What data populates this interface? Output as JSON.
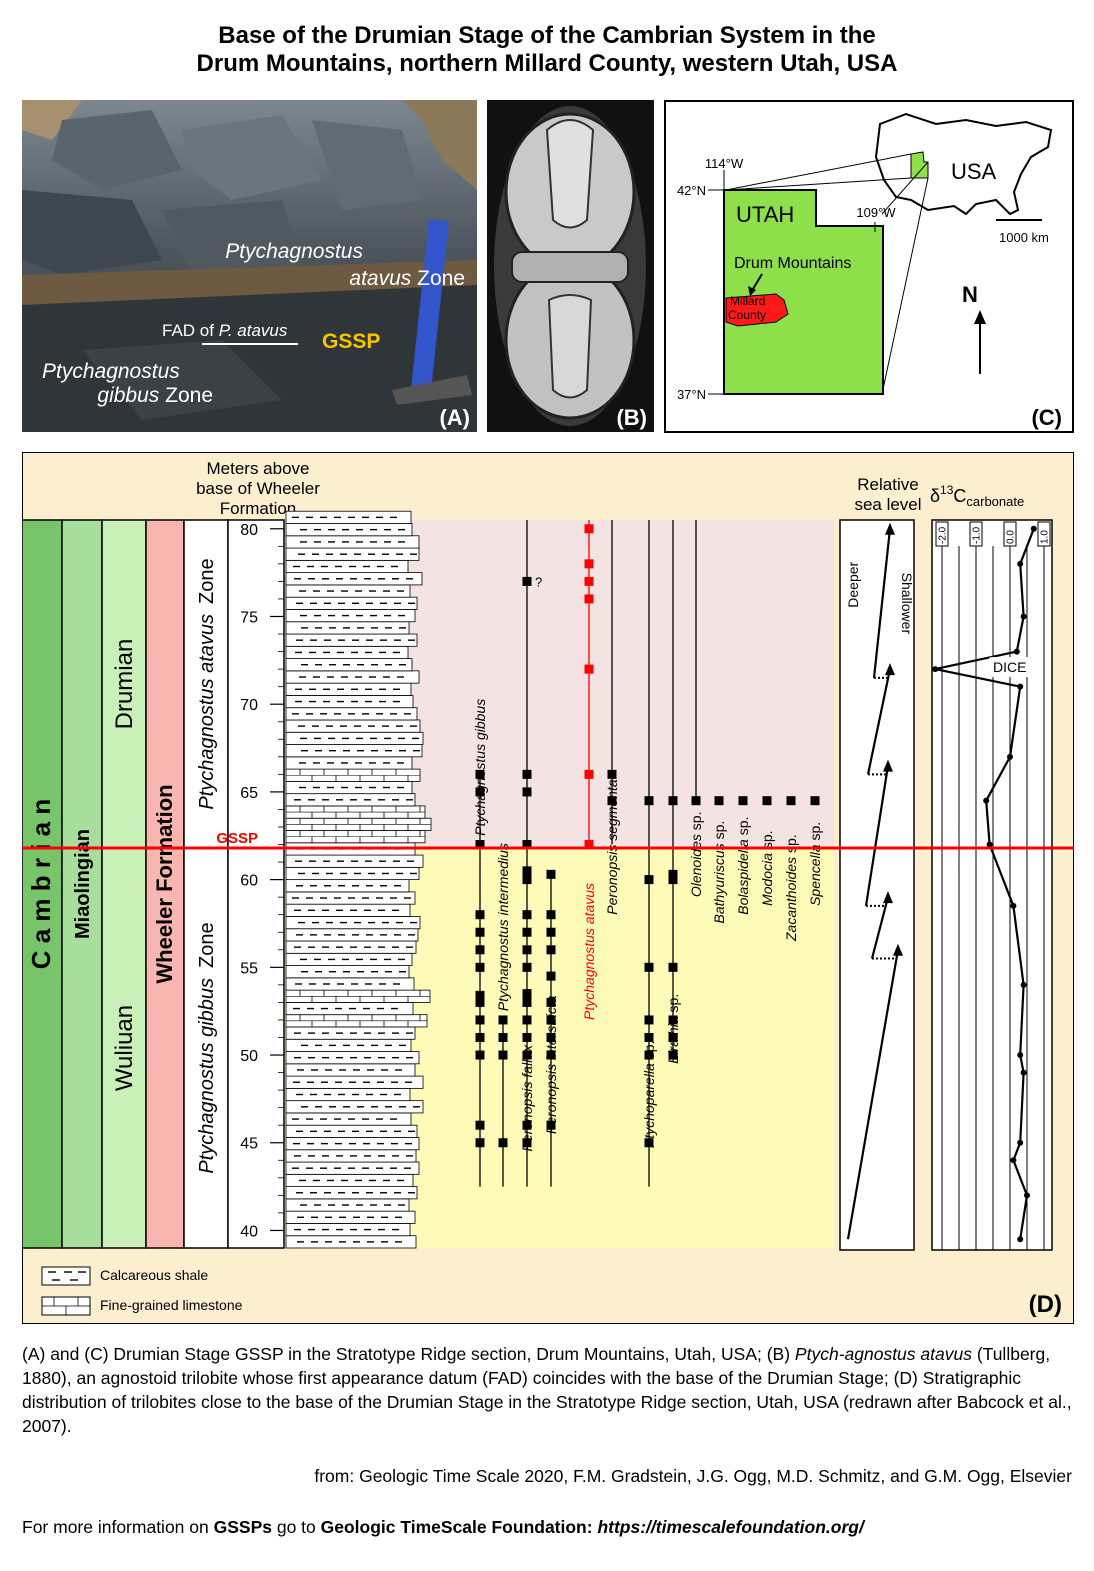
{
  "title": {
    "line1": "Base of the Drumian Stage of the Cambrian System in the",
    "line2": "Drum Mountains, northern Millard County, western Utah, USA"
  },
  "photoA": {
    "upper_zone_genus": "Ptychagnostus",
    "upper_zone_rest": "atavus Zone",
    "lower_zone_genus": "Ptychagnostus",
    "lower_zone_rest": "gibbus Zone",
    "fad_prefix": "FAD of ",
    "fad_species": "P. atavus",
    "gssp": "GSSP",
    "letter": "(A)"
  },
  "photoB": {
    "letter": "(B)"
  },
  "mapC": {
    "lon_west": "114°W",
    "lon_east": "109°W",
    "lat_north": "42°N",
    "lat_south": "37°N",
    "utah": "UTAH",
    "usa": "USA",
    "scale": "1000 km",
    "drum": "Drum Mountains",
    "county_line1": "Millard",
    "county_line2": "County",
    "north": "N",
    "letter": "(C)"
  },
  "panelD": {
    "meters_header": [
      "Meters above",
      "base of Wheeler",
      "Formation"
    ],
    "system": "C a m b r i a n",
    "series": "Miaolingian",
    "stage_upper": "Drumian",
    "stage_lower": "Wuliuan",
    "formation": "Wheeler Formation",
    "zone_upper_genus": "Ptychagnostus atavus",
    "zone_upper_word": "Zone",
    "zone_lower_genus": "Ptychagnostus gibbus",
    "zone_lower_word": "Zone",
    "gssp_label": "GSSP",
    "question_mark": "?",
    "sea_level_title": [
      "Relative",
      "sea level"
    ],
    "deeper": "Deeper",
    "shallower": "Shallower",
    "carbon_title_delta": "δ",
    "carbon_title_sup": "13",
    "carbon_title_c": "C",
    "carbon_title_sub": "carbonate",
    "carbon_ticks": [
      "-2.0",
      "-1.0",
      "0.0",
      "1.0"
    ],
    "dice": "DICE",
    "legend_shale": "Calcareous shale",
    "legend_limestone": "Fine-grained limestone",
    "letter": "(D)",
    "colors": {
      "background": "#fcefd0",
      "drumian_zone": "#f4e3e3",
      "wuliuan_zone": "#fefbb8",
      "system": "#77c46a",
      "series": "#a8de9b",
      "stage": "#c8f0b8",
      "formation": "#f9b5b0",
      "gssp_line": "#ff0000",
      "atavus": "#ff0000",
      "utah": "#8ee04a",
      "county": "#ff0000"
    }
  },
  "chart_data": {
    "type": "stratigraphic-range-chart",
    "y_axis": {
      "label": "Meters above base of Wheeler Formation",
      "range": [
        39,
        80.5
      ],
      "ticks": [
        40,
        45,
        50,
        55,
        60,
        65,
        70,
        75,
        80
      ]
    },
    "gssp_meters": 61.8,
    "taxa": [
      {
        "name": "Ptychagnostus gibbus",
        "range": [
          42.5,
          66
        ],
        "occurrences": [
          45,
          46,
          50,
          51,
          52,
          53,
          53.4,
          55,
          56,
          57,
          58,
          62,
          65,
          66
        ],
        "color": "#000000"
      },
      {
        "name": "Ptychagnostus intermedius",
        "range": [
          42.5,
          52
        ],
        "occurrences": [
          45,
          50,
          51,
          52
        ],
        "color": "#000000"
      },
      {
        "name": "Peronopsis fallax",
        "range": [
          42.5,
          80.5
        ],
        "occurrences": [
          45,
          46,
          50,
          51,
          52,
          53,
          53.5,
          55,
          56,
          57,
          58,
          60,
          60.5,
          62,
          65,
          66,
          77
        ],
        "color": "#000000",
        "uncertain": [
          77
        ]
      },
      {
        "name": "Peronopsis interstricta",
        "range": [
          42.5,
          60.5
        ],
        "occurrences": [
          46,
          50,
          51,
          52,
          53,
          54.5,
          56,
          57,
          58,
          60.3
        ],
        "color": "#000000"
      },
      {
        "name": "Ptychagnostus atavus",
        "range": [
          62,
          80.5
        ],
        "occurrences": [
          62,
          66,
          72,
          76,
          77,
          78,
          80
        ],
        "color": "#ff0000"
      },
      {
        "name": "Peronopsis segmenta",
        "range": [
          62,
          80.5
        ],
        "occurrences": [
          64.5,
          66
        ],
        "color": "#000000"
      },
      {
        "name": "Ptychoparella sp.",
        "range": [
          42.5,
          80.5
        ],
        "occurrences": [
          45,
          50,
          51,
          52,
          55,
          60,
          64.5
        ],
        "color": "#000000"
      },
      {
        "name": "Elrathia sp.",
        "range": [
          50,
          80.5
        ],
        "occurrences": [
          50,
          51,
          52,
          55,
          60,
          60.3,
          64.5
        ],
        "color": "#000000"
      },
      {
        "name": "Olenoides sp.",
        "range": [
          64.5,
          80.5
        ],
        "occurrences": [
          64.5
        ],
        "color": "#000000"
      },
      {
        "name": "Bathyuriscus sp.",
        "range": [
          64.5,
          64.5
        ],
        "occurrences": [
          64.5
        ],
        "color": "#000000"
      },
      {
        "name": "Bolaspidella sp.",
        "range": [
          64.5,
          64.5
        ],
        "occurrences": [
          64.5
        ],
        "color": "#000000"
      },
      {
        "name": "Modocia sp.",
        "range": [
          64.5,
          64.5
        ],
        "occurrences": [
          64.5
        ],
        "color": "#000000"
      },
      {
        "name": "Zacanthoides sp.",
        "range": [
          64.5,
          64.5
        ],
        "occurrences": [
          64.5
        ],
        "color": "#000000"
      },
      {
        "name": "Spencella sp.",
        "range": [
          64.5,
          64.5
        ],
        "occurrences": [
          64.5
        ],
        "color": "#000000"
      }
    ],
    "carbon_isotope": {
      "x_ticks": [
        -2.0,
        -1.0,
        0.0,
        1.0
      ],
      "points": [
        {
          "m": 39.5,
          "v": 0.3
        },
        {
          "m": 42,
          "v": 0.5
        },
        {
          "m": 44,
          "v": 0.1
        },
        {
          "m": 45,
          "v": 0.3
        },
        {
          "m": 49,
          "v": 0.4
        },
        {
          "m": 50,
          "v": 0.3
        },
        {
          "m": 54,
          "v": 0.4
        },
        {
          "m": 58.5,
          "v": 0.1
        },
        {
          "m": 62,
          "v": -0.6
        },
        {
          "m": 64.5,
          "v": -0.7
        },
        {
          "m": 67,
          "v": 0.0
        },
        {
          "m": 71,
          "v": 0.3
        },
        {
          "m": 72,
          "v": -2.2
        },
        {
          "m": 73,
          "v": 0.2
        },
        {
          "m": 75,
          "v": 0.4
        },
        {
          "m": 78,
          "v": 0.3
        },
        {
          "m": 80,
          "v": 0.7
        }
      ],
      "event_label": "DICE"
    },
    "sea_level": {
      "sawtooth_tops_m": [
        56,
        59,
        66.5,
        72,
        80
      ],
      "sawtooth_bottoms_m": [
        39.5,
        55.5,
        58.5,
        66,
        71.5
      ]
    }
  },
  "caption": {
    "p1": "(A) and (C) Drumian Stage GSSP in the Stratotype Ridge section, Drum Mountains, Utah, USA; (B) ",
    "species": "Ptych-agnostus atavus",
    "p2": " (Tullberg, 1880), an agnostoid trilobite whose first appearance datum (FAD) coincides with the base of the Drumian Stage; (D) Stratigraphic distribution of trilobites close to the base of the Drumian Stage in the Stratotype Ridge section, Utah, USA (redrawn after Babcock et al., 2007)."
  },
  "source": "from: Geologic Time Scale 2020, F.M. Gradstein, J.G. Ogg, M.D. Schmitz, and G.M. Ogg, Elsevier",
  "footer": {
    "prefix": "For more information on ",
    "gssps": "GSSPs",
    "mid": " go to ",
    "foundation": "Geologic TimeScale Foundation: ",
    "url": "https://timescalefoundation.org/"
  }
}
